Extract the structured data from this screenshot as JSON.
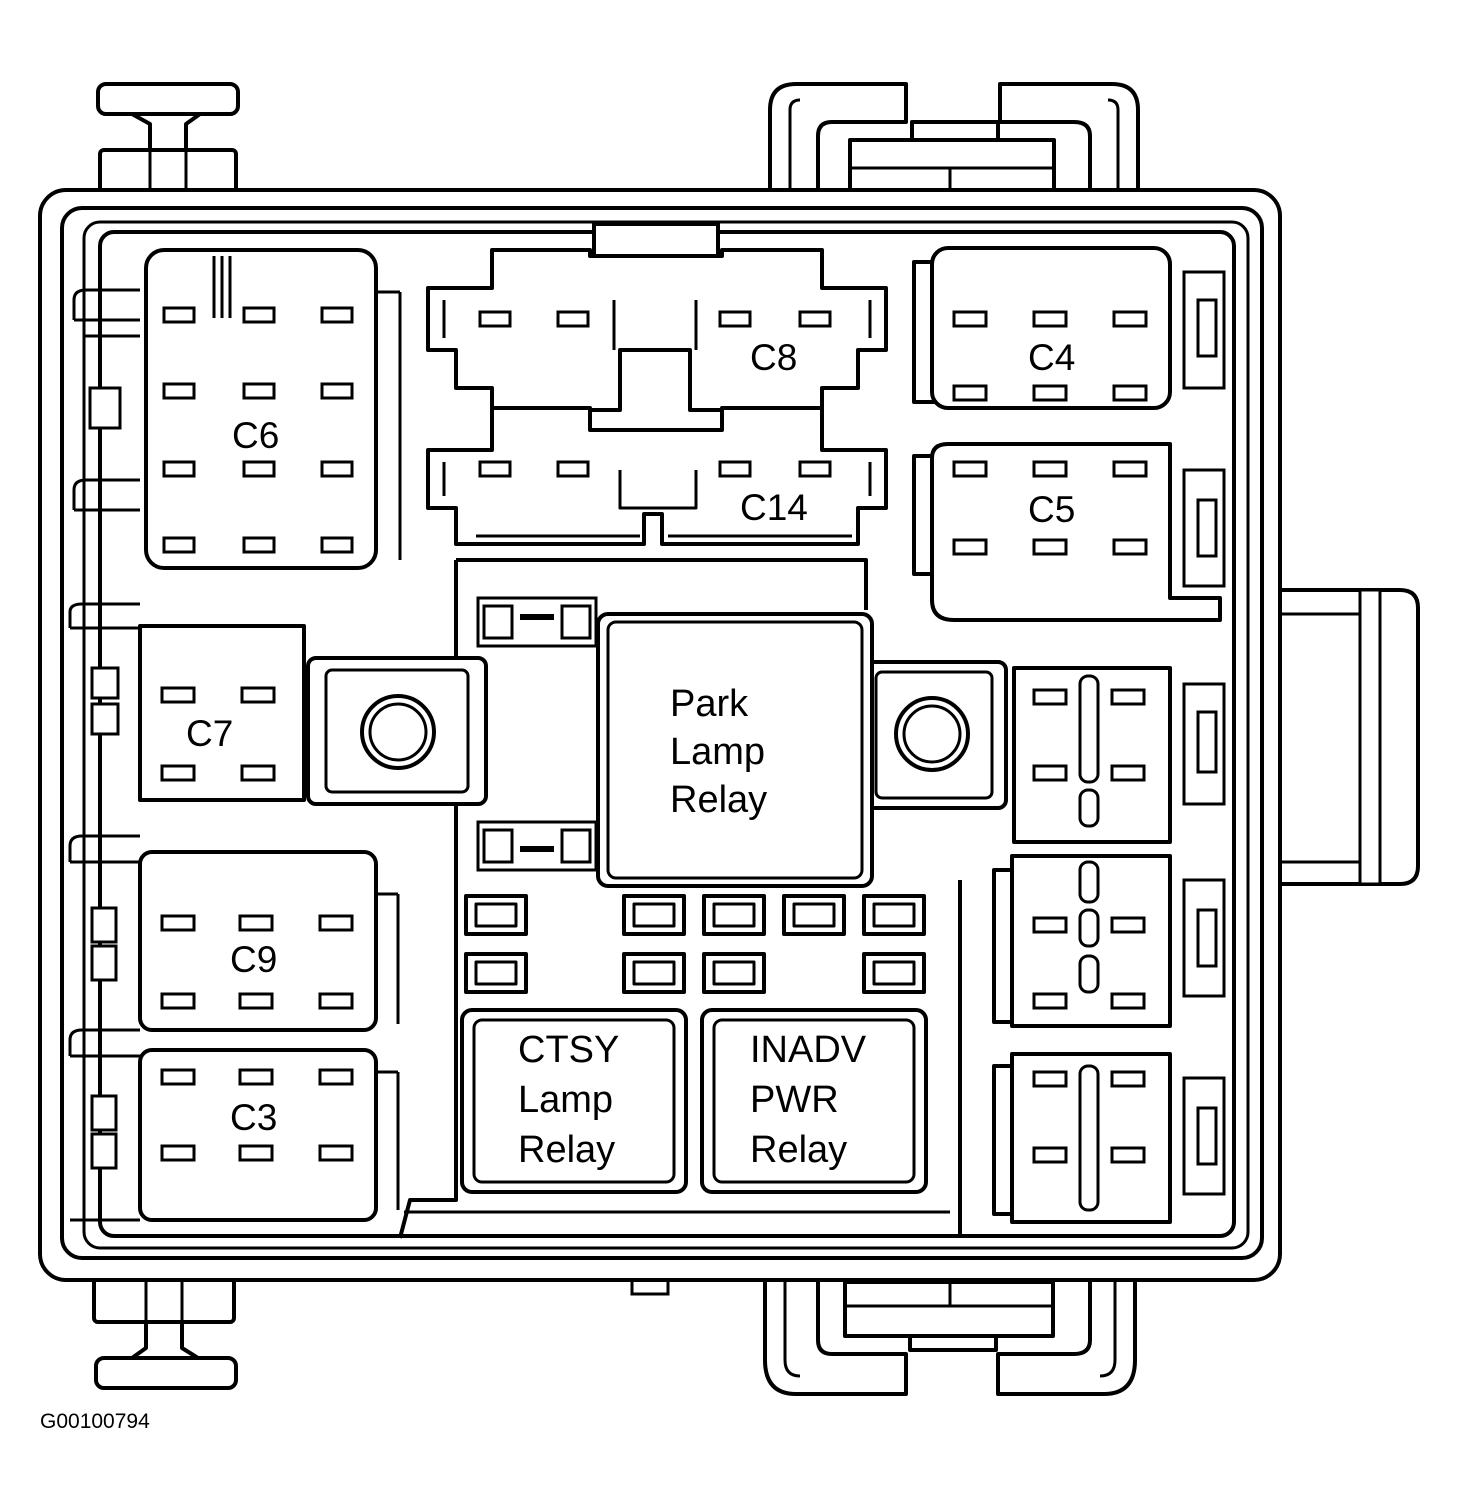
{
  "connectors": {
    "c6": "C6",
    "c8": "C8",
    "c4": "C4",
    "c14": "C14",
    "c5": "C5",
    "c7": "C7",
    "c9": "C9",
    "c3": "C3"
  },
  "relays": {
    "park": [
      "Park",
      "Lamp",
      "Relay"
    ],
    "ctsy": [
      "CTSY",
      "Lamp",
      "Relay"
    ],
    "inadv": [
      "INADV",
      "PWR",
      "Relay"
    ]
  },
  "figure_code": "G00100794"
}
